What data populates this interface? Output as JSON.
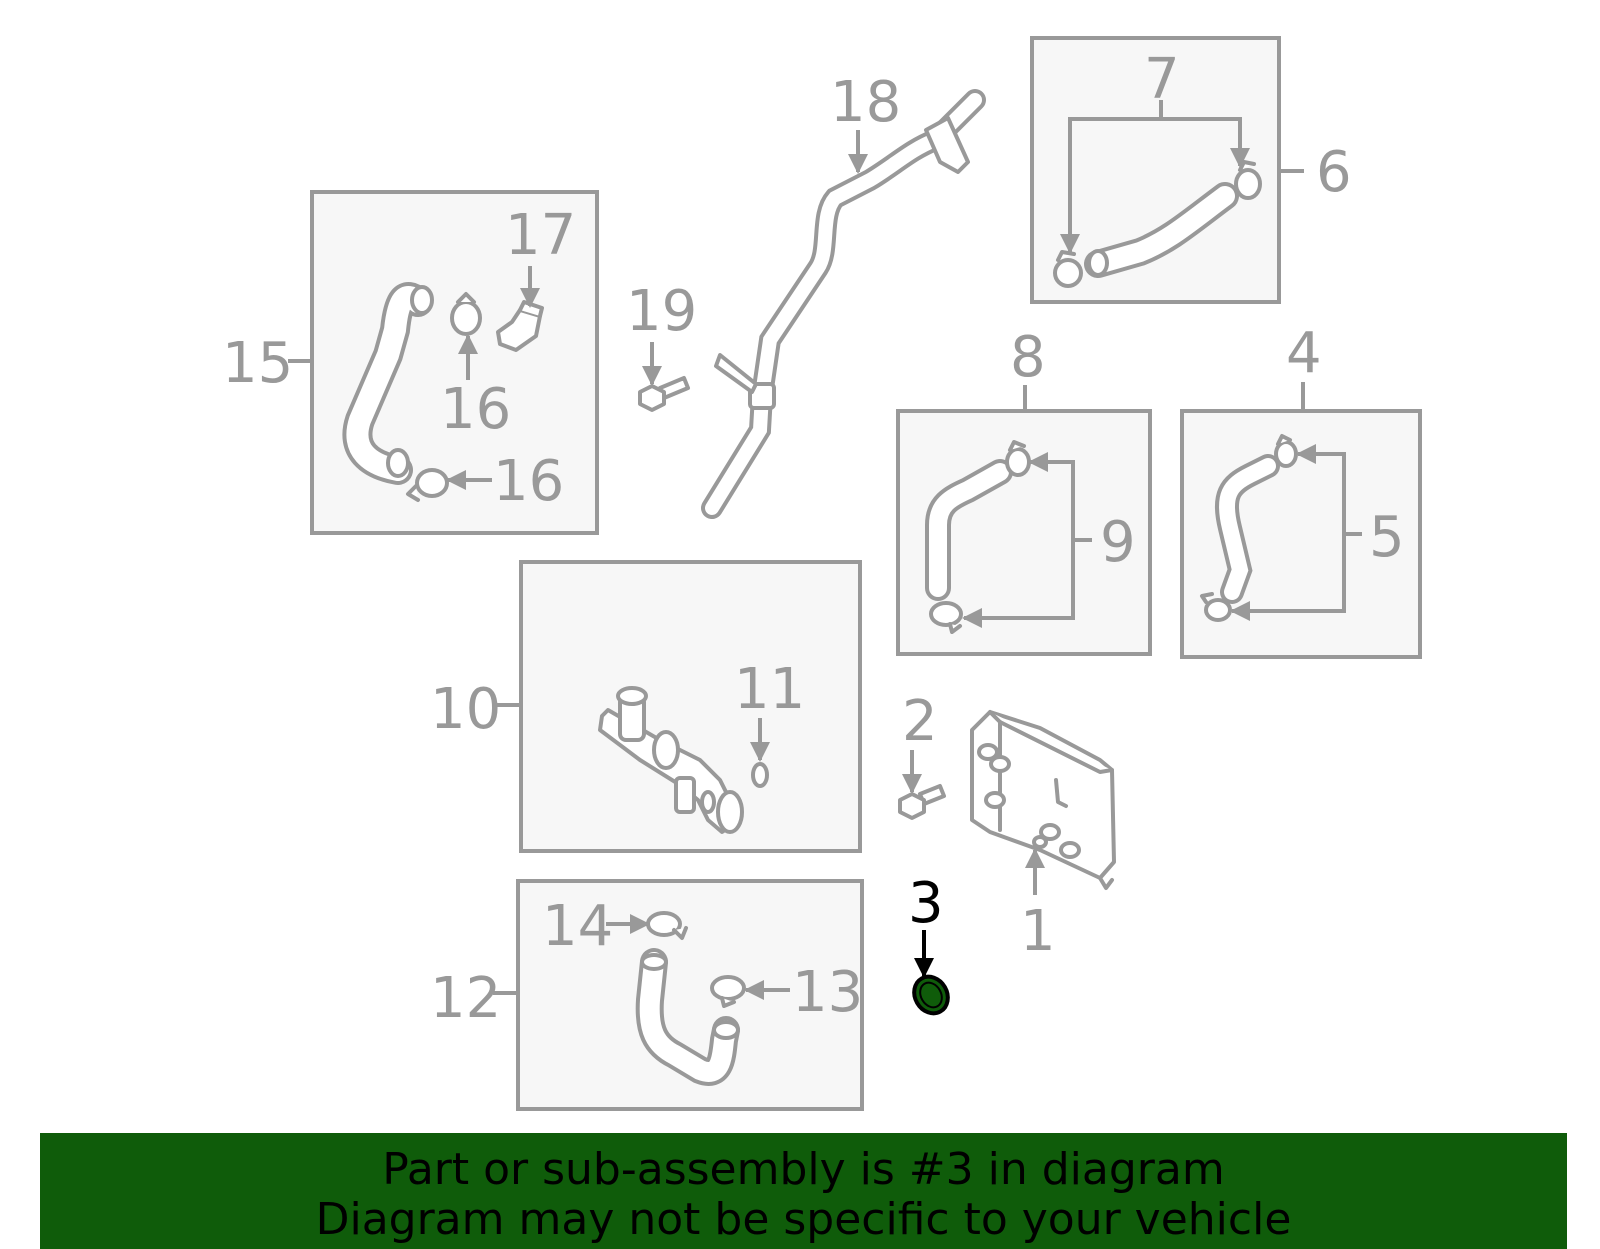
{
  "callouts": {
    "c1": "1",
    "c2": "2",
    "c3": "3",
    "c4": "4",
    "c5": "5",
    "c6": "6",
    "c7": "7",
    "c8": "8",
    "c9": "9",
    "c10": "10",
    "c11": "11",
    "c12": "12",
    "c13": "13",
    "c14": "14",
    "c15": "15",
    "c16a": "16",
    "c16b": "16",
    "c17": "17",
    "c18": "18",
    "c19": "19"
  },
  "highlight": {
    "part_number": "3",
    "color": "#0f5c0a",
    "callout_color": "#000000"
  },
  "colors": {
    "line": "#999999",
    "box_fill": "#f7f7f7",
    "banner": "#0f5c0a"
  },
  "banner": {
    "line1": "Part or sub-assembly is #3 in diagram",
    "line2": "Diagram may not be specific to your vehicle"
  }
}
